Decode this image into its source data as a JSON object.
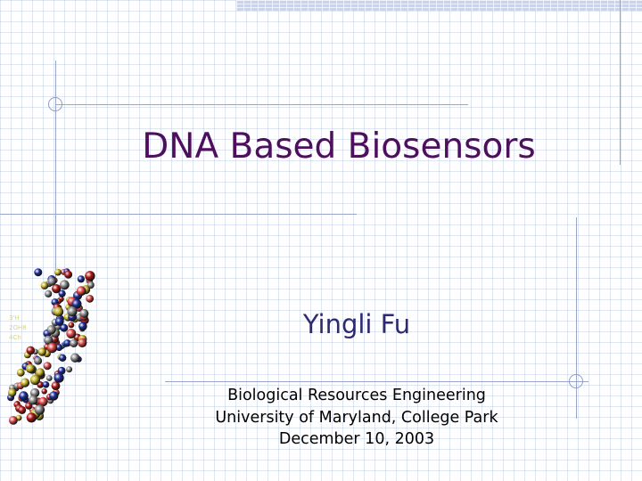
{
  "slide": {
    "title": "DNA Based Biosensors",
    "author": "Yingli Fu",
    "affiliation_lines": [
      "Biological Resources Engineering",
      "University of Maryland, College Park",
      "December 10, 2003"
    ],
    "image_caption_lines": [
      "3'H",
      "2OH8",
      "4Ch"
    ]
  },
  "theme": {
    "title_color": "#4d0f5e",
    "author_color": "#2e2a72",
    "text_color": "#000000",
    "line_color": "#99a6c9",
    "bar_color": "#c9d3ee",
    "grid_color": "#a5b9d7"
  },
  "dna_image": {
    "icon": "dna-double-helix-icon",
    "atom_colors": [
      "#b01818",
      "#1c2d9a",
      "#8c8c8c",
      "#c8b427",
      "#e34a4a"
    ]
  }
}
